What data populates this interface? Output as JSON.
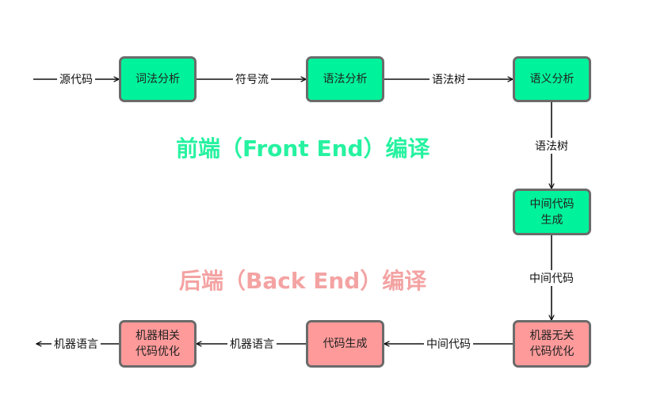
{
  "nodes": {
    "lexical": "词法分析",
    "syntax": "语法分析",
    "semantic": "语义分析",
    "ir_gen": "中间代码\n生成",
    "mi_opt": "机器无关\n代码优化",
    "codegen": "代码生成",
    "md_opt": "机器相关\n代码优化"
  },
  "edges": {
    "source_code": "源代码",
    "token_stream": "符号流",
    "syntax_tree_1": "语法树",
    "syntax_tree_2": "语法树",
    "ir_1": "中间代码",
    "ir_2": "中间代码",
    "machine_lang_1": "机器语言",
    "machine_lang_2": "机器语言"
  },
  "titles": {
    "front": "前端（Front End）编译",
    "back": "后端（Back End）编译"
  },
  "colors": {
    "front_fill": "#00f29a",
    "back_fill": "#ff9a9a",
    "front_title": "#26f2a0",
    "back_title": "#f4a3a3",
    "box_border": "#6b6b6b",
    "line": "#111111"
  }
}
